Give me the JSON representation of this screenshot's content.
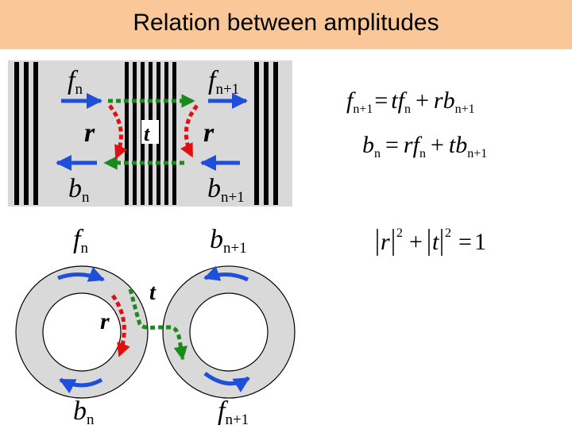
{
  "slide": {
    "title": "Relation between amplitudes"
  },
  "colors": {
    "header_bg": "#FAC898",
    "panel_gray": "#D9D9D9",
    "arrow_blue": "#1F4FD8",
    "dashed_green": "#1A8A1A",
    "dashed_red": "#E01010"
  },
  "labels": {
    "f": "f",
    "b": "b",
    "n": "n",
    "n_plus_1": "n+1",
    "r": "r",
    "t": "t"
  },
  "equations": {
    "eq1": {
      "lhs_var": "f",
      "lhs_sub": "n+1",
      "eq": "=",
      "t": "t",
      "f": "f",
      "sub_n": "n",
      "plus": "+",
      "r": "r",
      "b": "b",
      "sub_n1": "n+1"
    },
    "eq2": {
      "lhs_var": "b",
      "lhs_sub": "n",
      "eq": "=",
      "r": "r",
      "f": "f",
      "sub_n": "n",
      "plus": "+",
      "t": "t",
      "b": "b",
      "sub_n1": "n+1"
    },
    "eq3": {
      "r": "r",
      "t": "t",
      "exp": "2",
      "plus": "+",
      "eq": "=",
      "one": "1"
    }
  }
}
